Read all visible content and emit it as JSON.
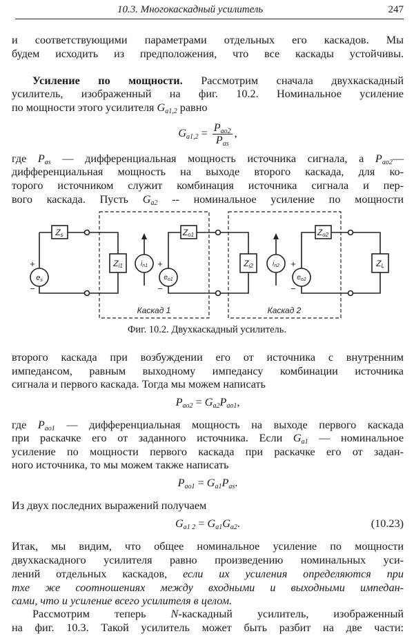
{
  "header": {
    "title": "10.3. Многокаскадный усилитель",
    "page_number": "247"
  },
  "blocks": [
    {
      "type": "line",
      "justify": true,
      "segs": [
        {
          "t": "и соответствующими параметрами отдельных его каскадов. Мы"
        }
      ]
    },
    {
      "type": "line",
      "justify": true,
      "segs": [
        {
          "t": "будем исходить из предположения, что все каскады устойчивы."
        }
      ]
    },
    {
      "type": "line",
      "justify": true,
      "indent": true,
      "segs": [
        {
          "b": "Усиление по мощности."
        },
        {
          "t": " Рассмотрим сначала двухкаскадный"
        }
      ]
    },
    {
      "type": "line",
      "justify": true,
      "segs": [
        {
          "t": "усилитель, изображенный на фиг. 10.2. Номинальное усиление"
        }
      ]
    },
    {
      "type": "line",
      "justify": false,
      "segs": [
        {
          "t": "по мощности этого усилителя "
        },
        {
          "v": "G",
          "sub": "a1,2"
        },
        {
          "t": "  равно"
        }
      ]
    },
    {
      "type": "formula",
      "segs": [
        {
          "v": "G",
          "sub": "a1,2"
        },
        {
          "t": " = "
        },
        {
          "num": {
            "v": "P",
            "sub": "ao2"
          },
          "den": {
            "v": "P",
            "sub": "as"
          }
        },
        {
          "t": ","
        }
      ]
    },
    {
      "type": "line",
      "justify": true,
      "segs": [
        {
          "t": "где "
        },
        {
          "v": "P",
          "sub": "as"
        },
        {
          "t": " — дифференциальная мощность источника сигнала, а "
        },
        {
          "v": "P",
          "sub": "ao2"
        },
        {
          "t": "—"
        }
      ]
    },
    {
      "type": "line",
      "justify": true,
      "segs": [
        {
          "t": "дифференциальная мощность на выходе второго каскада, для ко-"
        }
      ]
    },
    {
      "type": "line",
      "justify": true,
      "segs": [
        {
          "t": "торого источником служит комбинация источника сигнала и пер-"
        }
      ]
    },
    {
      "type": "line",
      "justify": true,
      "segs": [
        {
          "t": "вого каскада. Пусть "
        },
        {
          "v": "G",
          "sub": "a2"
        },
        {
          "t": " -- номинальное усиление по мощности"
        }
      ]
    },
    {
      "type": "line",
      "justify": true,
      "segs": [
        {
          "t": "второго каскада при возбуждении его от источника с внутренним"
        }
      ]
    },
    {
      "type": "line",
      "justify": true,
      "segs": [
        {
          "t": "импедансом, равным выходному импедансу комбинации источника"
        }
      ]
    },
    {
      "type": "line",
      "justify": false,
      "segs": [
        {
          "t": "сигнала и первого каскада. Тогда мы можем написать"
        }
      ]
    },
    {
      "type": "formula",
      "segs": [
        {
          "v": "P",
          "sub": "ao2"
        },
        {
          "t": " = "
        },
        {
          "v": "G",
          "sub": "a2"
        },
        {
          "v": "P",
          "sub": "ao1"
        },
        {
          "t": ","
        }
      ]
    },
    {
      "type": "line",
      "justify": true,
      "segs": [
        {
          "t": "где "
        },
        {
          "v": "P",
          "sub": "ao1"
        },
        {
          "t": " — дифференциальная мощность на выходе первого каскада"
        }
      ]
    },
    {
      "type": "line",
      "justify": true,
      "segs": [
        {
          "t": "при раскачке его от заданного источника. Если "
        },
        {
          "v": "G",
          "sub": "a1"
        },
        {
          "t": " — номинальное"
        }
      ]
    },
    {
      "type": "line",
      "justify": true,
      "segs": [
        {
          "t": "усиление по мощности первого каскада при раскачке его от задан-"
        }
      ]
    },
    {
      "type": "line",
      "justify": false,
      "segs": [
        {
          "t": "ного источника, то мы можем также написать"
        }
      ]
    },
    {
      "type": "formula",
      "segs": [
        {
          "v": "P",
          "sub": "ao1"
        },
        {
          "t": " = "
        },
        {
          "v": "G",
          "sub": "a1"
        },
        {
          "v": "P",
          "sub": "as"
        },
        {
          "t": "."
        }
      ]
    },
    {
      "type": "line",
      "justify": false,
      "segs": [
        {
          "t": "Из двух последних выражений получаем"
        }
      ]
    },
    {
      "type": "formula",
      "eqno": "(10.23)",
      "segs": [
        {
          "v": "G",
          "sub": "a1 2"
        },
        {
          "t": " = "
        },
        {
          "v": "G",
          "sub": "a1"
        },
        {
          "v": "G",
          "sub": "a2"
        },
        {
          "t": "."
        }
      ]
    },
    {
      "type": "line",
      "justify": true,
      "segs": [
        {
          "t": "Итак, мы видим, что общее номинальное усиление по мощности"
        }
      ]
    },
    {
      "type": "line",
      "justify": true,
      "segs": [
        {
          "t": "двухкаскадного усилителя равно произведению номинальных уси-"
        }
      ]
    },
    {
      "type": "line",
      "justify": true,
      "segs": [
        {
          "t": "лений отдельных каскадов, "
        },
        {
          "it": "если их усиления определяются при"
        }
      ]
    },
    {
      "type": "line",
      "justify": true,
      "segs": [
        {
          "it": "тхе же соотношениях между входными и выходными импедан-"
        }
      ]
    },
    {
      "type": "line",
      "justify": false,
      "segs": [
        {
          "it": "сами, что и усиление всего усилителя в целом."
        }
      ]
    },
    {
      "type": "line",
      "justify": true,
      "indent": true,
      "segs": [
        {
          "t": "Рассмотрим теперь "
        },
        {
          "v": "N"
        },
        {
          "t": "-каскадный усилитель, изображенный"
        }
      ]
    },
    {
      "type": "line",
      "justify": true,
      "segs": [
        {
          "t": "на фиг. 10.3. Такой усилитель может быть разбит на две части:"
        }
      ]
    }
  ],
  "figure": {
    "caption": "Фиг. 10.2. Двухкаскадный усилитель.",
    "labels": {
      "zs": "Z",
      "zs_sub": "s",
      "zi1": "Z",
      "zi1_sub": "i1",
      "in1": "i",
      "in1_sub": "n1",
      "eo1": "e",
      "eo1_sub": "o1",
      "zo1": "Z",
      "zo1_sub": "o1",
      "zi2": "Z",
      "zi2_sub": "i2",
      "in2": "i",
      "in2_sub": "n2",
      "eo2": "e",
      "eo2_sub": "o2",
      "zo2": "Z",
      "zo2_sub": "o2",
      "zl": "Z",
      "zl_sub": "L",
      "es": "e",
      "es_sub": "s",
      "plus": "+",
      "minus": "−",
      "stage1": "Каскад 1",
      "stage2": "Каскад 2"
    }
  }
}
